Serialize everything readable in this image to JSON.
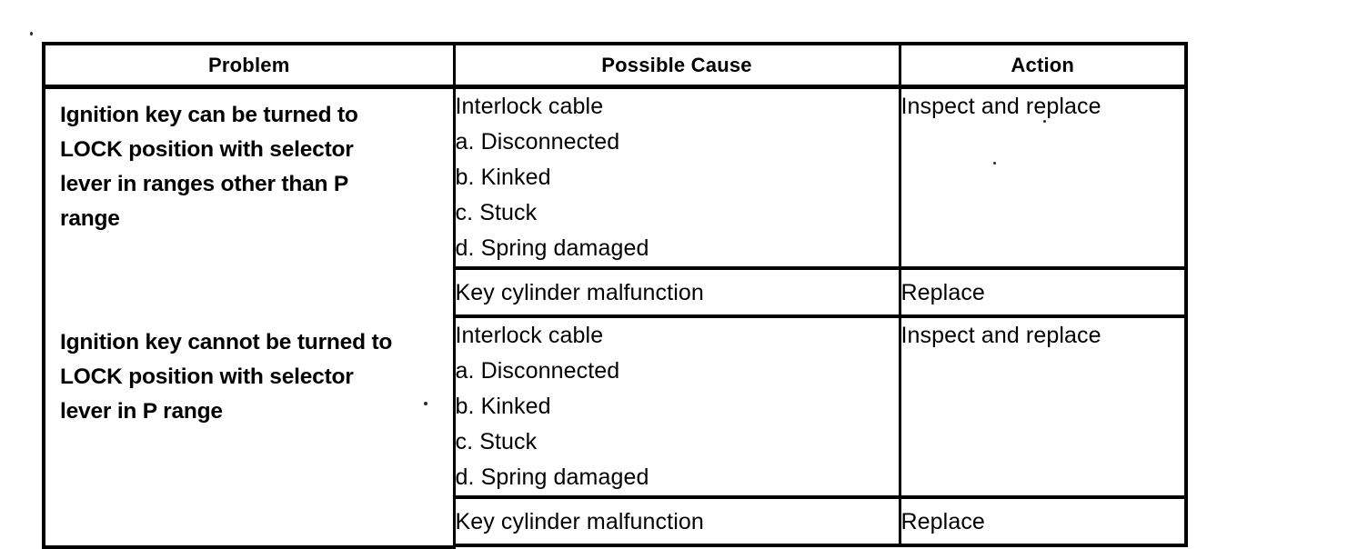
{
  "document": {
    "type": "troubleshooting-table",
    "columns": [
      "Problem",
      "Possible Cause",
      "Action"
    ]
  },
  "table": {
    "headers": {
      "problem": "Problem",
      "cause": "Possible Cause",
      "action": "Action"
    },
    "groups": [
      {
        "problem_lines": [
          "Ignition key can be turned to",
          "LOCK position with selector",
          "lever in ranges other than P",
          "range"
        ],
        "rows": [
          {
            "cause_lines": [
              "Interlock cable",
              "a. Disconnected",
              "b. Kinked",
              "c. Stuck",
              "d. Spring damaged"
            ],
            "action_lines": [
              "Inspect and replace"
            ]
          },
          {
            "cause_lines": [
              "Key cylinder malfunction"
            ],
            "action_lines": [
              "Replace"
            ]
          }
        ]
      },
      {
        "problem_lines": [
          "Ignition key cannot be turned to",
          "LOCK position with selector",
          "lever in P range"
        ],
        "rows": [
          {
            "cause_lines": [
              "Interlock cable",
              "a. Disconnected",
              "b. Kinked",
              "c. Stuck",
              "d. Spring damaged"
            ],
            "action_lines": [
              "Inspect and replace"
            ]
          },
          {
            "cause_lines": [
              "Key cylinder malfunction"
            ],
            "action_lines": [
              "Replace"
            ]
          }
        ]
      }
    ]
  },
  "colors": {
    "ink": "#000000",
    "paper": "#ffffff"
  }
}
